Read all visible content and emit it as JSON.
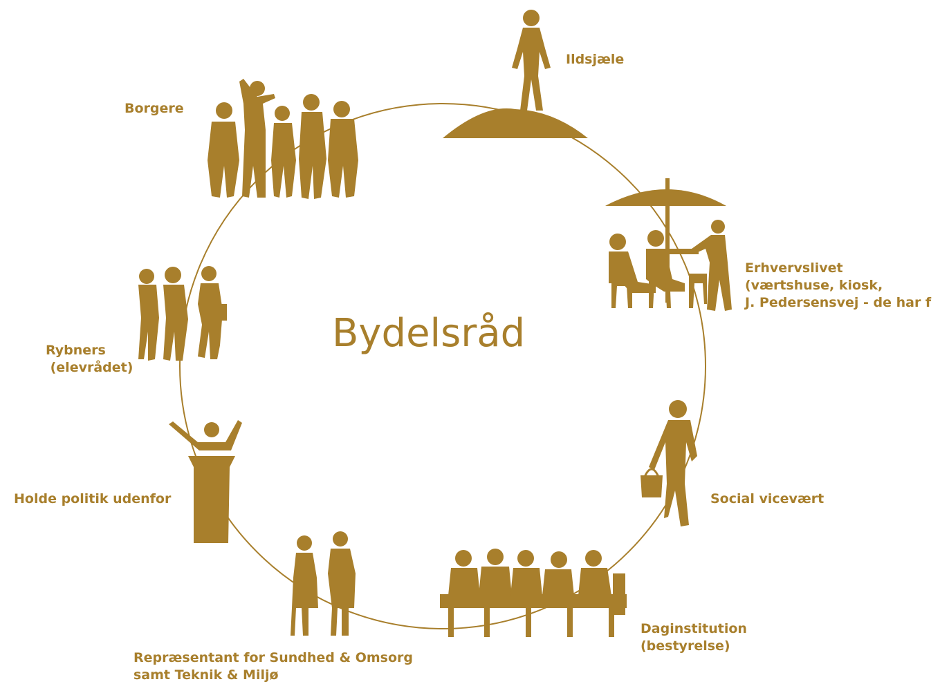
{
  "title": "Bydelsråd",
  "accent_color": "#a87f2c",
  "nodes": [
    {
      "id": "ildsjaele",
      "label": "Ildsjæle",
      "icon": "person-on-hill-icon"
    },
    {
      "id": "erhvervslivet",
      "label": "Erhvervslivet\n(værtshuse, kiosk,\nJ. Pedersensvej - de har f",
      "icon": "cafe-people-icon"
    },
    {
      "id": "social",
      "label": "Social vicevært",
      "icon": "walking-person-with-basket-icon"
    },
    {
      "id": "daginstitution",
      "label": "Daginstitution\n(bestyrelse)",
      "icon": "people-at-table-icon"
    },
    {
      "id": "repraesentant",
      "label": "Repræsentant for Sundhed & Omsorg\nsamt Teknik & Miljø",
      "icon": "two-people-talking-icon"
    },
    {
      "id": "politik",
      "label": "Holde politik udenfor",
      "icon": "speaker-at-podium-icon"
    },
    {
      "id": "rybners",
      "label": "Rybners\n (elevrådet)",
      "icon": "three-students-icon"
    },
    {
      "id": "borgere",
      "label": "Borgere",
      "icon": "group-of-citizens-icon"
    }
  ]
}
